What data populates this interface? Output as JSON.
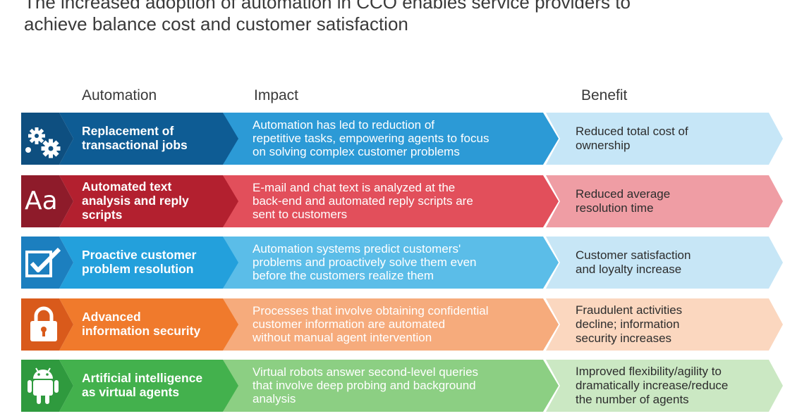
{
  "title": {
    "line1": "The increased adoption of automation in CCO enables service providers to",
    "line2": "achieve balance cost and customer satisfaction"
  },
  "headers": {
    "automation": "Automation",
    "impact": "Impact",
    "benefit": "Benefit"
  },
  "rows": [
    {
      "id": "replacement",
      "icon": "gears-icon",
      "label_lines": [
        "Replacement of",
        "transactional jobs"
      ],
      "impact_lines": [
        "Automation has led to reduction of",
        "repetitive tasks, empowering agents to focus",
        "on solving complex customer problems"
      ],
      "benefit_lines": [
        "Reduced total cost of",
        "ownership"
      ],
      "colors": {
        "icon": "#0e4f80",
        "label": "#0e5c94",
        "impact": "#2c9ad6",
        "benefit": "#c6e6f7"
      }
    },
    {
      "id": "text-analysis",
      "icon": "font-aa-icon",
      "label_lines": [
        "Automated text",
        "analysis and reply",
        "scripts"
      ],
      "impact_lines": [
        "E-mail and chat text is analyzed at the",
        "back-end and automated reply scripts are",
        "sent to customers"
      ],
      "benefit_lines": [
        "Reduced average",
        "resolution time"
      ],
      "colors": {
        "icon": "#8e1b2a",
        "label": "#b3202f",
        "impact": "#e24f5b",
        "benefit": "#ef9da4"
      }
    },
    {
      "id": "proactive",
      "icon": "checkbox-icon",
      "label_lines": [
        "Proactive customer",
        "problem resolution"
      ],
      "impact_lines": [
        "Automation systems predict customers'",
        "problems and proactively solve them even",
        "before the customers realize them"
      ],
      "benefit_lines": [
        "Customer satisfaction",
        "and loyalty increase"
      ],
      "colors": {
        "icon": "#1c7fbf",
        "label": "#23a0dc",
        "impact": "#5bbde8",
        "benefit": "#c7e6f6"
      }
    },
    {
      "id": "security",
      "icon": "padlock-icon",
      "label_lines": [
        "Advanced",
        "information security"
      ],
      "impact_lines": [
        "Processes that involve obtaining confidential",
        "customer information are automated",
        "without manual agent intervention"
      ],
      "benefit_lines": [
        "Fraudulent activities",
        "decline; information",
        "security increases"
      ],
      "colors": {
        "icon": "#d95a1b",
        "label": "#f07a2c",
        "impact": "#f6ab7c",
        "benefit": "#fbd7bf"
      }
    },
    {
      "id": "ai",
      "icon": "android-icon",
      "label_lines": [
        "Artificial intelligence",
        "as virtual agents"
      ],
      "impact_lines": [
        "Virtual robots answer second-level queries",
        "that involve deep probing and background",
        "analysis"
      ],
      "benefit_lines": [
        "Improved flexibility/agility to",
        "dramatically increase/reduce",
        "the number of agents"
      ],
      "colors": {
        "icon": "#2f9a3e",
        "label": "#43b14d",
        "impact": "#8ccf83",
        "benefit": "#cbe8c3"
      }
    }
  ]
}
